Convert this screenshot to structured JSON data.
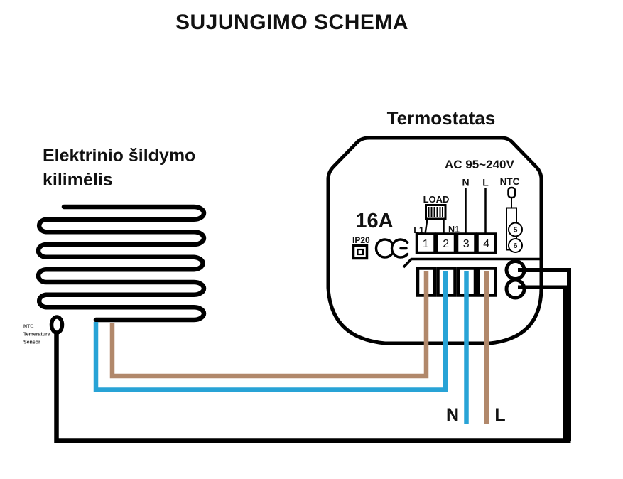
{
  "title": "SUJUNGIMO SCHEMA",
  "heating_mat": {
    "label_line1": "Elektrinio šildymo",
    "label_line2": "kilimėlis"
  },
  "floor_sensor": {
    "label_line1": "NTC",
    "label_line2": "Temerature",
    "label_line3": "Sensor"
  },
  "thermostat": {
    "title": "Termostatas",
    "voltage": "AC 95~240V",
    "current_rating": "16A",
    "ip_rating": "IP20",
    "load_label": "LOAD",
    "l1_label": "L1",
    "n1_label": "N1",
    "terminal_1": "1",
    "terminal_2": "2",
    "terminal_3": "3",
    "terminal_4": "4",
    "n_label": "N",
    "l_label": "L",
    "ntc_label": "NTC",
    "sensor_terminal_5": "5",
    "sensor_terminal_6": "6"
  },
  "power": {
    "neutral_label": "N",
    "line_label": "L"
  },
  "colors": {
    "wire_blue": "#28A3D6",
    "wire_brown": "#B1886B",
    "wire_black": "#000000"
  }
}
